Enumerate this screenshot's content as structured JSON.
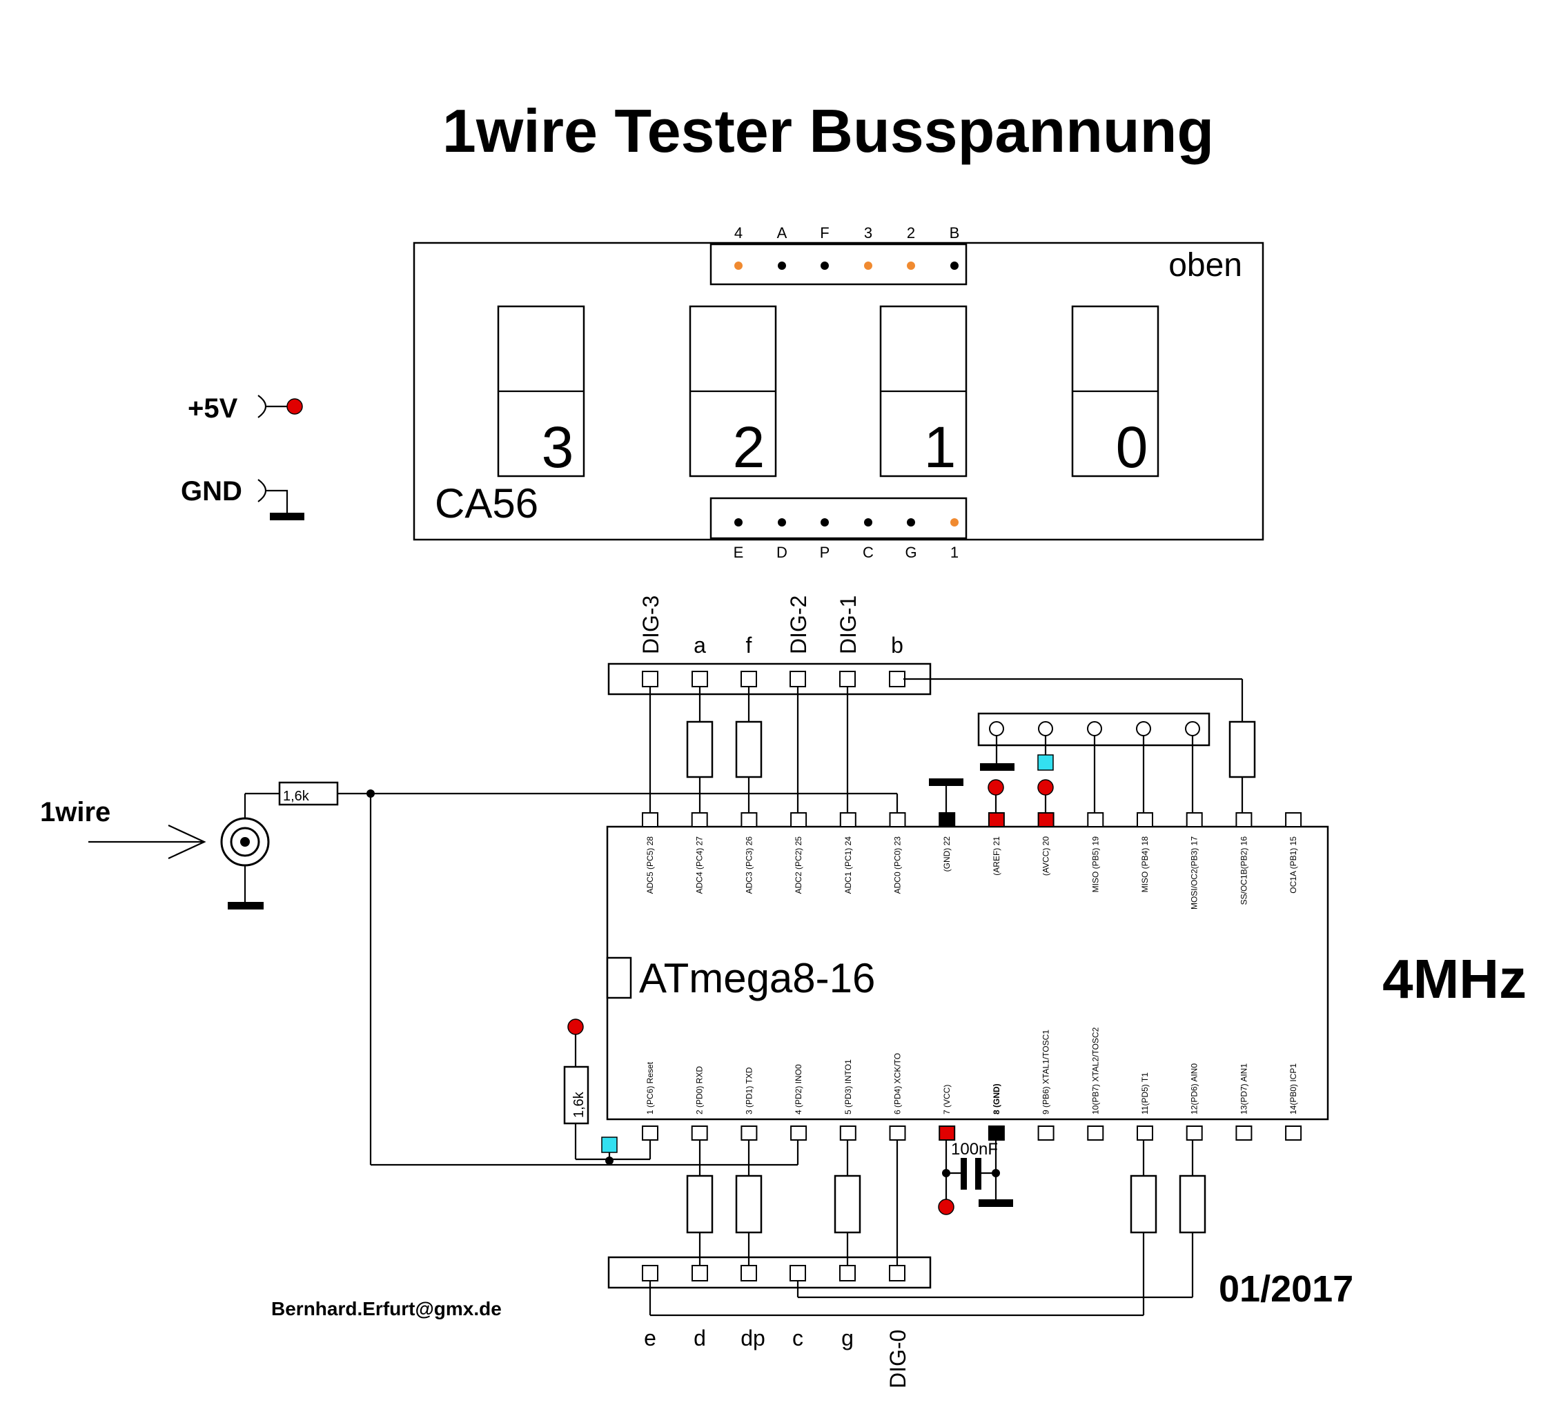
{
  "title": "1wire Tester Busspannung",
  "display": {
    "name": "CA56",
    "orientation_label": "oben",
    "digits": [
      "3",
      "2",
      "1",
      "0"
    ],
    "top_pins": [
      "4",
      "A",
      "F",
      "3",
      "2",
      "B"
    ],
    "bottom_pins": [
      "E",
      "D",
      "P",
      "C",
      "G",
      "1"
    ]
  },
  "power": {
    "vcc_label": "+5V",
    "gnd_label": "GND"
  },
  "input": {
    "label": "1wire",
    "resistor": "1,6k"
  },
  "reset_resistor": "1,6k",
  "capacitor": "100nF",
  "mcu": {
    "name": "ATmega8-16",
    "clock": "4MHz",
    "top_pins": [
      "ADC5 (PC5) 28",
      "ADC4 (PC4) 27",
      "ADC3 (PC3) 26",
      "ADC2 (PC2) 25",
      "ADC1 (PC1) 24",
      "ADC0 (PC0) 23",
      "(GND) 22",
      "(AREF) 21",
      "(AVCC) 20",
      "MISO (PB5) 19",
      "MISO (PB4) 18",
      "MOSI/OC2(PB3) 17",
      "SS/OC1B(PB2) 16",
      "OC1A (PB1) 15"
    ],
    "bottom_pins": [
      "1 (PC6) Reset",
      "2 (PD0) RXD",
      "3 (PD1) TXD",
      "4 (PD2) INO0",
      "5 (PD3) INTO1",
      "6 (PD4) XCK/TO",
      "7 (VCC)",
      "8 (GND)",
      "9 (PB6) XTAL1/TOSC1",
      "10(PB7) XTAL2/TOSC2",
      "11(PD5) T1",
      "12(PD6) AIN0",
      "13(PD7) AIN1",
      "14(PB0) ICP1"
    ]
  },
  "top_header_labels": [
    "DIG-3",
    "a",
    "f",
    "DIG-2",
    "DIG-1",
    "b"
  ],
  "bottom_header_labels": [
    "e",
    "d",
    "dp",
    "c",
    "g",
    "DIG-0"
  ],
  "author": "Bernhard.Erfurt@gmx.de",
  "date": "01/2017",
  "colors": {
    "vcc": "#e00000",
    "gnd": "#000000",
    "avcc_marker": "#33e0f0",
    "display_pin_orange": "#f08a30"
  }
}
